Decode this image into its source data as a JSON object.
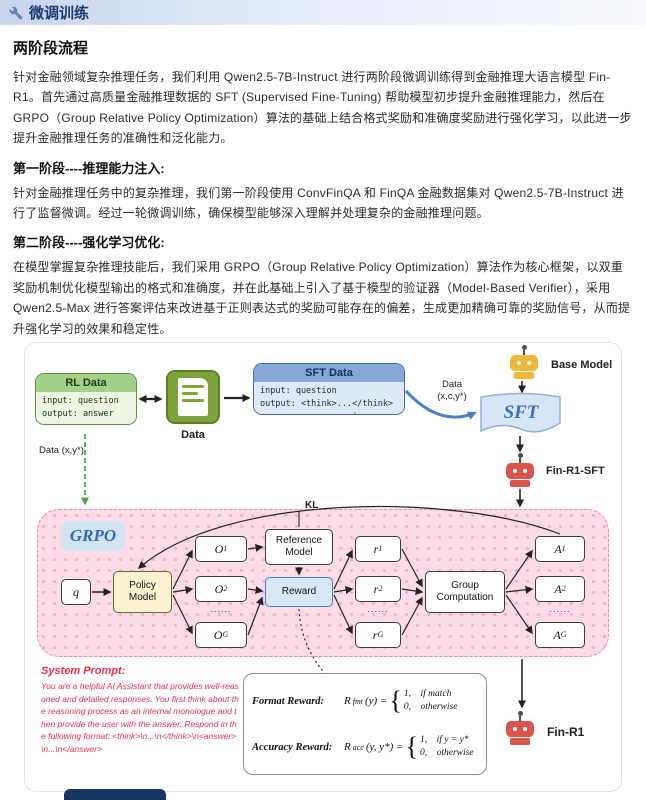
{
  "header": {
    "title": "微调训练"
  },
  "article": {
    "section_title": "两阶段流程",
    "p1": "针对金融领域复杂推理任务，我们利用 Qwen2.5-7B-Instruct 进行两阶段微调训练得到金融推理大语言模型 Fin-R1。首先通过高质量金融推理数据的 SFT (Supervised Fine-Tuning) 帮助模型初步提升金融推理能力，然后在 GRPO（Group Relative Policy Optimization）算法的基础上结合格式奖励和准确度奖励进行强化学习，以此进一步提升金融推理任务的准确性和泛化能力。",
    "stage1_title": "第一阶段----推理能力注入:",
    "p2": "针对金融推理任务中的复杂推理，我们第一阶段使用 ConvFinQA 和 FinQA 金融数据集对 Qwen2.5-7B-Instruct 进行了监督微调。经过一轮微调训练，确保模型能够深入理解并处理复杂的金融推理问题。",
    "stage2_title": "第二阶段----强化学习优化:",
    "p3": "在模型掌握复杂推理技能后，我们采用 GRPO（Group Relative Policy Optimization）算法作为核心框架，以双重奖励机制优化模型输出的格式和准确度，并在此基础上引入了基于模型的验证器（Model-Based Verifier），采用 Qwen2.5-Max 进行答案评估来改进基于正则表达式的奖励可能存在的偏差，生成更加精确可靠的奖励信号，从而提升强化学习的效果和稳定性。"
  },
  "diagram": {
    "rl_data": {
      "title": "RL Data",
      "line1": "input: question",
      "line2": "output: answer"
    },
    "data_icon_label": "Data",
    "sft_data": {
      "title": "SFT Data",
      "line1": "input:  question",
      "line2": "output:  <think>...</think>",
      "line3": "<answer>...</answer>"
    },
    "data_xcy_label_1": "Data",
    "data_xcy_label_2": "(x,c,y*)",
    "sft_label": "SFT",
    "base_model_label": "Base Model",
    "fin_r1_sft_label": "Fin-R1-SFT",
    "data_xy_label": "Data (x,y*)",
    "grpo": {
      "title": "GRPO",
      "q": "q",
      "policy_model": "Policy Model",
      "kl": "KL",
      "reference_model": "Reference Model",
      "reward": "Reward",
      "group_computation": "Group Computation",
      "o_boxes": [
        {
          "base": "O",
          "sub": "1"
        },
        {
          "base": "O",
          "sub": "2"
        },
        {
          "base": "......",
          "sub": ""
        },
        {
          "base": "O",
          "sub": "G"
        }
      ],
      "r_boxes": [
        {
          "base": "r",
          "sub": "1"
        },
        {
          "base": "r",
          "sub": "2"
        },
        {
          "base": "......",
          "sub": ""
        },
        {
          "base": "r",
          "sub": "G"
        }
      ],
      "a_boxes": [
        {
          "base": "A",
          "sub": "1"
        },
        {
          "base": "A",
          "sub": "2"
        },
        {
          "base": "......",
          "sub": ""
        },
        {
          "base": "A",
          "sub": "G"
        }
      ]
    },
    "system_prompt": {
      "title": "System Prompt:",
      "body": "You are a helpful AI Assistant that provides well-reasoned and detailed responses. You first think about the reasoning process as an internal monologue and then provide the user with the answer. Respond in the following format: <think>\\n...\\n</think>\\n<answer>\\n...\\n</answer>"
    },
    "formulas": {
      "format_label": "Format Reward:",
      "format_r": "R",
      "format_sub": "fmt",
      "format_eq": "(y) =",
      "format_case1": "1,    if match",
      "format_case2": "0,    otherwise",
      "acc_label": "Accuracy Reward:",
      "acc_r": "R",
      "acc_sub": "acc",
      "acc_eq": "(y, y*) =",
      "acc_case1": "1,    if y = y*",
      "acc_case2": "0,    otherwise"
    },
    "fin_r1_label": "Fin-R1"
  }
}
